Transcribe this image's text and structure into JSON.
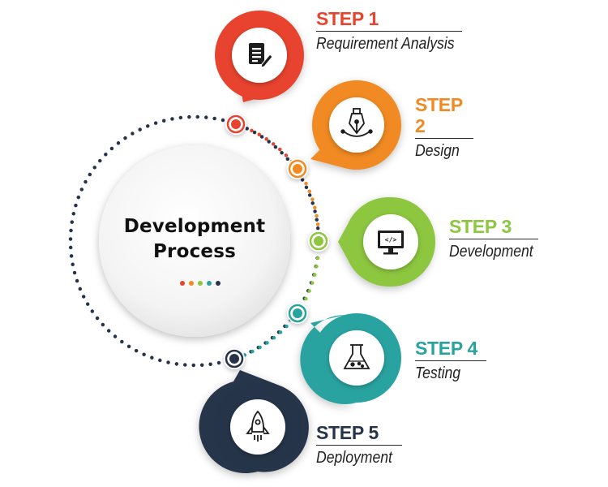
{
  "center": {
    "title_line1": "Development",
    "title_line2": "Process"
  },
  "colors": {
    "step1": "#e8432f",
    "step2": "#f18a22",
    "step3": "#8dc63f",
    "step4": "#29a3a0",
    "step5": "#263449",
    "dots": "#263449"
  },
  "steps": [
    {
      "title": "STEP 1",
      "subtitle": "Requirement Analysis",
      "icon": "document-pen-icon"
    },
    {
      "title": "STEP 2",
      "subtitle": "Design",
      "icon": "pen-nib-icon"
    },
    {
      "title": "STEP 3",
      "subtitle": "Development",
      "icon": "monitor-code-icon"
    },
    {
      "title": "STEP 4",
      "subtitle": "Testing",
      "icon": "flask-icon"
    },
    {
      "title": "STEP 5",
      "subtitle": "Deployment",
      "icon": "rocket-icon"
    }
  ]
}
